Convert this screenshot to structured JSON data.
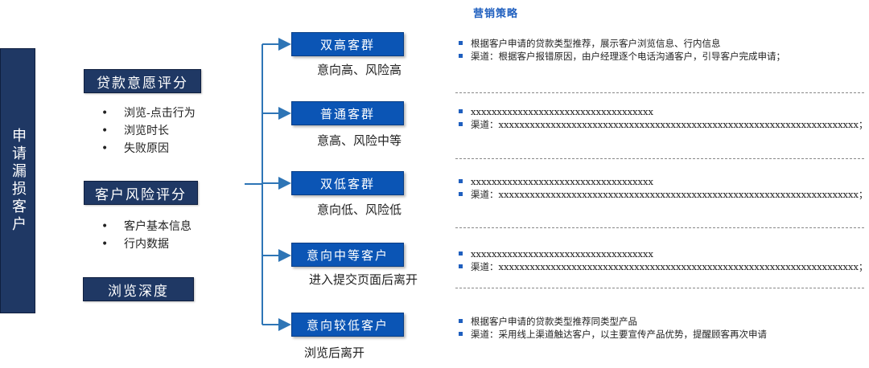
{
  "left_title": "申请漏损客户",
  "intent_score": {
    "title": "贷款意愿评分",
    "items": [
      "浏览-点击行为",
      "浏览时长",
      "失败原因"
    ]
  },
  "risk_score": {
    "title": "客户风险评分",
    "items": [
      "客户基本信息",
      "行内数据"
    ]
  },
  "browse_depth": {
    "title": "浏览深度"
  },
  "strategy_title": "营销策略",
  "segments": [
    {
      "name": "双高客群",
      "desc": "意向高、风险高",
      "strategy": [
        "根据客户申请的贷款类型推荐，展示客户浏览信息、行内信息",
        "渠道：根据客户报错原因，由户经理逐个电话沟通客户，引导客户完成申请；"
      ]
    },
    {
      "name": "普通客群",
      "desc": "意高、风险中等",
      "strategy": [
        "xxxxxxxxxxxxxxxxxxxxxxxxxxxxxxxxxxx",
        "渠道：xxxxxxxxxxxxxxxxxxxxxxxxxxxxxxxxxxxxxxxxxxxxxxxxxxxxxxxxxxxxxxxxxxxxx；"
      ]
    },
    {
      "name": "双低客群",
      "desc": "意向低、风险低",
      "strategy": [
        "xxxxxxxxxxxxxxxxxxxxxxxxxxxxxxxxxxx",
        "渠道：xxxxxxxxxxxxxxxxxxxxxxxxxxxxxxxxxxxxxxxxxxxxxxxxxxxxxxxxxxxxxxxxxxxxx；"
      ]
    },
    {
      "name": "意向中等客户",
      "desc": "进入提交页面后离开",
      "strategy": [
        "xxxxxxxxxxxxxxxxxxxxxxxxxxxxxxxxxxx",
        "渠道：xxxxxxxxxxxxxxxxxxxxxxxxxxxxxxxxxxxxxxxxxxxxxxxxxxxxxxxxxxxxxxxxxxxxx；"
      ]
    },
    {
      "name": "意向较低客户",
      "desc": "浏览后离开",
      "strategy": [
        "根据客户申请的贷款类型推荐同类型产品",
        "渠道：采用线上渠道触达客户，以主要宣传产品优势，提醒顾客再次申请"
      ]
    }
  ],
  "colors": {
    "navy": "#1f3864",
    "blue": "#0b55b5",
    "connector": "#2e75b6",
    "accent_text": "#1f5fbf"
  }
}
